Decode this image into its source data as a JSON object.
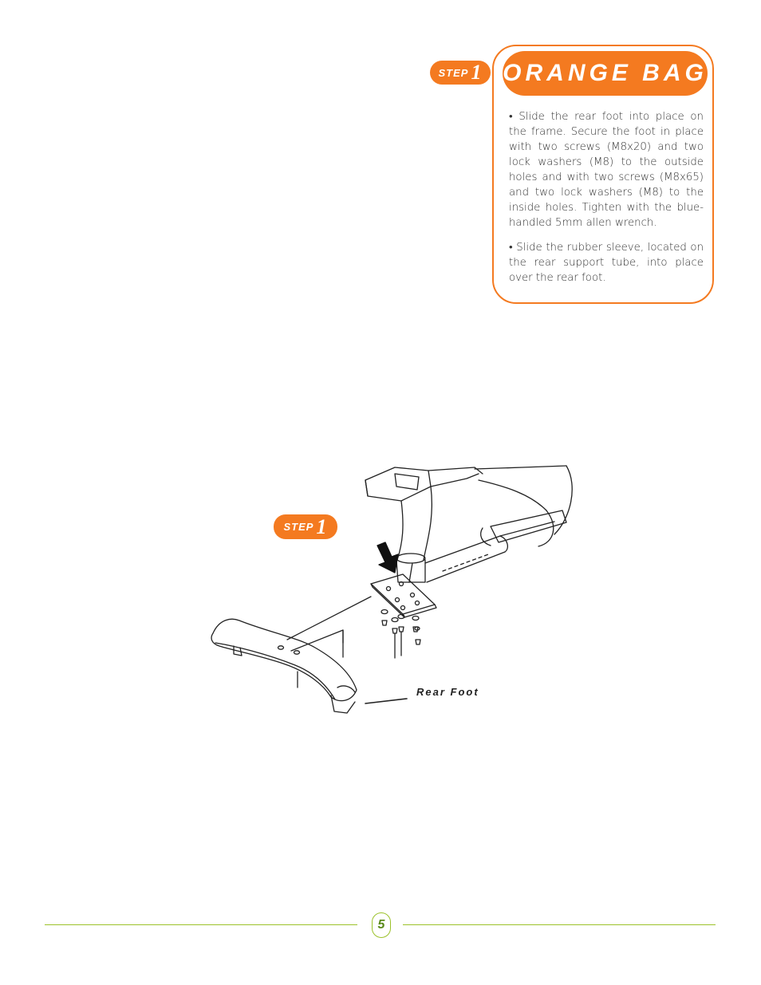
{
  "step_top": {
    "word": "STEP",
    "number": "1"
  },
  "card": {
    "title": "ORANGE BAG",
    "paragraphs": [
      "• Slide the rear foot into place on the frame. Secure the foot in place with two screws (M8x20) and two lock washers (M8) to the outside holes and with two screws (M8x65) and two lock washers (M8) to the inside holes. Tighten with the blue-handled 5mm allen wrench.",
      "• Slide the rubber sleeve, located on the rear support tube, into place over the rear foot."
    ]
  },
  "step_mid": {
    "word": "STEP",
    "number": "1"
  },
  "illustration": {
    "label": "Rear Foot"
  },
  "footer": {
    "page_number": "5"
  },
  "colors": {
    "accent": "#f47a20",
    "footer_line": "#9cc22a"
  }
}
